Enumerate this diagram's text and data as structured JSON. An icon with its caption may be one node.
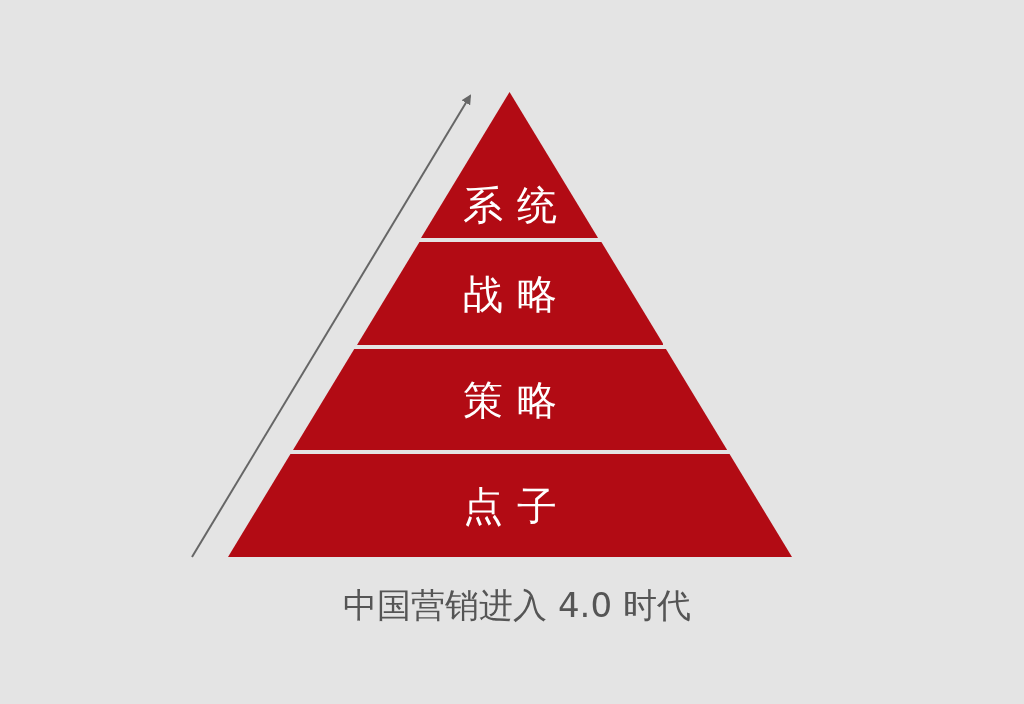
{
  "diagram": {
    "caption": "中国营销进入 4.0 时代",
    "nodes": [
      {
        "text": [
          "系统"
        ]
      },
      {
        "text": [
          "战略"
        ]
      },
      {
        "text": [
          "策略"
        ]
      },
      {
        "text": [
          "点子"
        ]
      }
    ]
  }
}
